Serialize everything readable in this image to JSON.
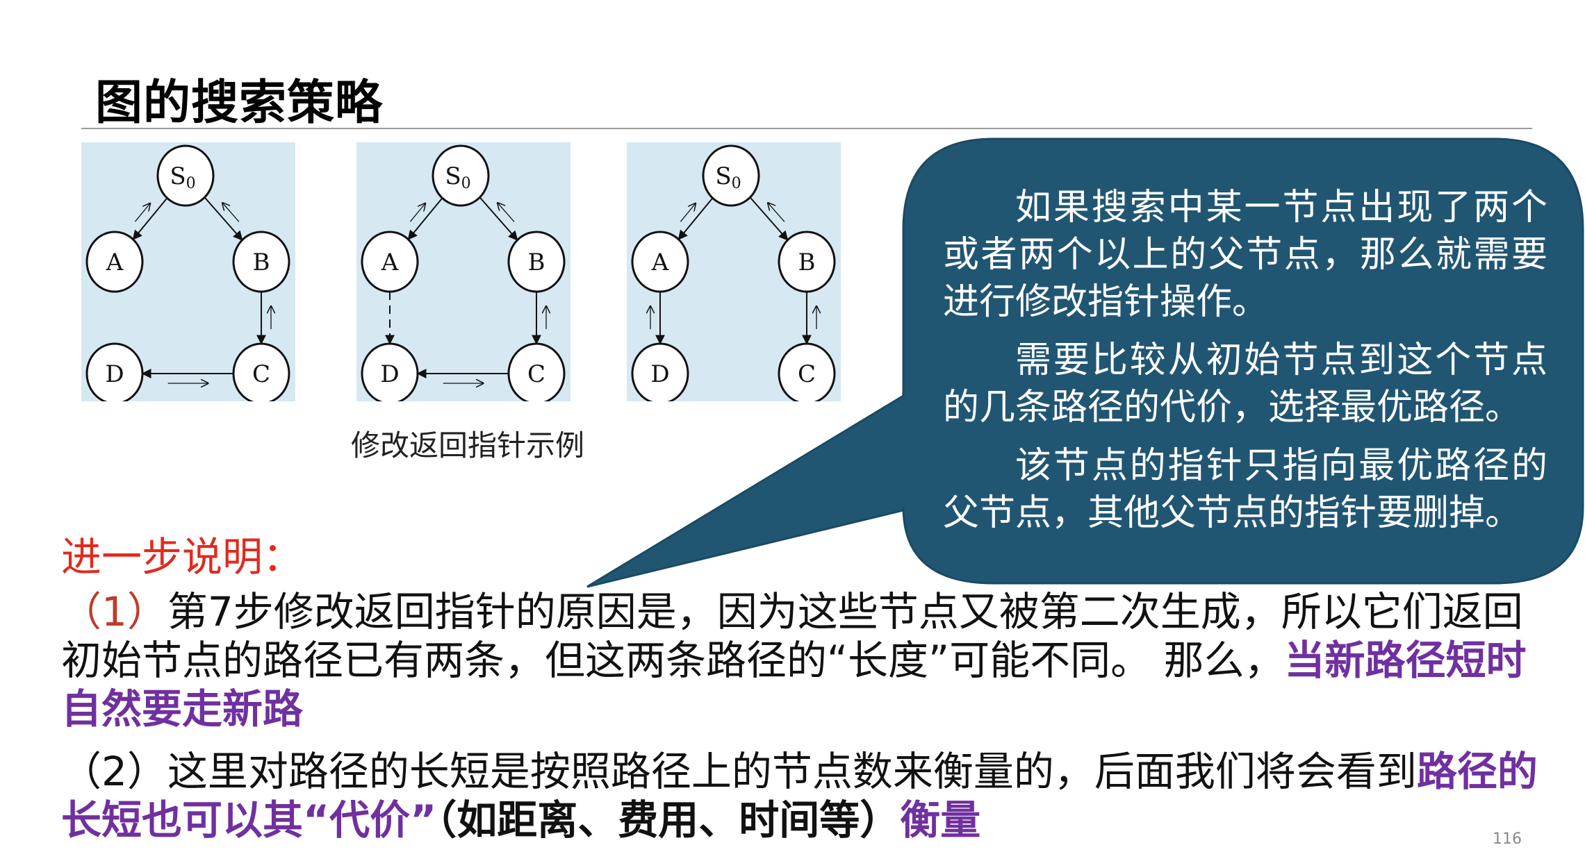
{
  "title": "图的搜索策略",
  "diagrams": [
    {
      "nodes": {
        "S0": "S",
        "A": "A",
        "B": "B",
        "C": "C",
        "D": "D"
      },
      "sub": "0",
      "edges": [
        {
          "from": "S0",
          "to": "A"
        },
        {
          "from": "S0",
          "to": "B"
        },
        {
          "from": "B",
          "to": "C"
        },
        {
          "from": "C",
          "to": "D"
        }
      ]
    },
    {
      "nodes": {
        "S0": "S",
        "A": "A",
        "B": "B",
        "C": "C",
        "D": "D"
      },
      "sub": "0",
      "edges": [
        {
          "from": "S0",
          "to": "A"
        },
        {
          "from": "S0",
          "to": "B"
        },
        {
          "from": "B",
          "to": "C"
        },
        {
          "from": "C",
          "to": "D"
        },
        {
          "from": "A",
          "to": "D",
          "dashed": true
        }
      ]
    },
    {
      "nodes": {
        "S0": "S",
        "A": "A",
        "B": "B",
        "C": "C",
        "D": "D"
      },
      "sub": "0",
      "edges": [
        {
          "from": "S0",
          "to": "A"
        },
        {
          "from": "S0",
          "to": "B"
        },
        {
          "from": "B",
          "to": "C"
        },
        {
          "from": "A",
          "to": "D"
        }
      ]
    }
  ],
  "caption": "修改返回指针示例",
  "bubble": {
    "color": "#215673",
    "paragraphs": [
      "如果搜索中某一节点出现了两个或者两个以上的父节点，那么就需要进行修改指针操作。",
      "需要比较从初始节点到这个节点的几条路径的代价，选择最优路径。",
      "该节点的指针只指向最优路径的父节点，其他父节点的指针要删掉。"
    ]
  },
  "explain": {
    "heading": "进一步说明：",
    "p1": {
      "num": "（1）",
      "text": "第7步修改返回指针的原因是，因为这些节点又被第二次生成，所以它们返回初始节点的路径已有两条，但这两条路径的“长度”可能不同。 那么，",
      "highlight": "当新路径短时自然要走新路"
    },
    "p2": {
      "num": "（2）",
      "text": "这里对路径的长短是按照路径上的节点数来衡量的，后面我们将会看到",
      "highlight1": "路径的长短也可以其“代价”",
      "bold": "（如距离、费用、时间等）",
      "highlight2": "衡量"
    }
  },
  "colors": {
    "red": "#e02a1f",
    "purple": "#7030a0"
  },
  "page_number": "116"
}
